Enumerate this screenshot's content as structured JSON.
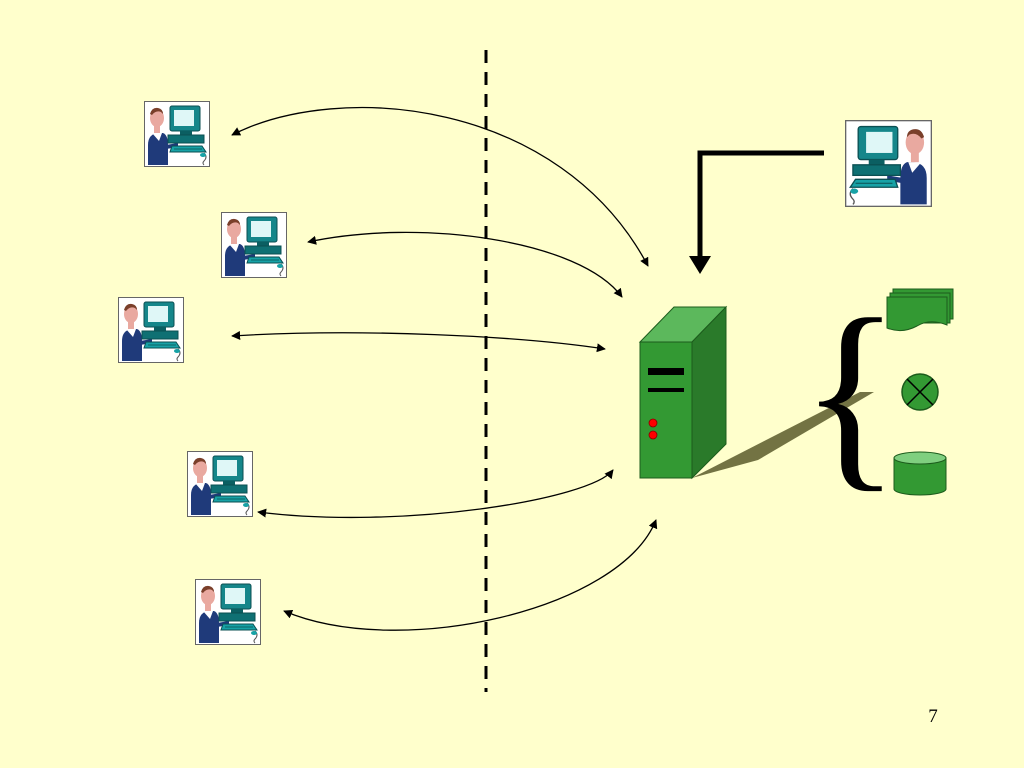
{
  "slide": {
    "page_number": "7",
    "background_color": "#FFFFCC",
    "accent_color": "#339933"
  },
  "diagram": {
    "clients": [
      {
        "icon": "user-at-computer-icon",
        "connection": "bidirectional-arrow"
      },
      {
        "icon": "user-at-computer-icon",
        "connection": "bidirectional-arrow"
      },
      {
        "icon": "user-at-computer-icon",
        "connection": "bidirectional-arrow"
      },
      {
        "icon": "user-at-computer-icon",
        "connection": "bidirectional-arrow"
      },
      {
        "icon": "user-at-computer-icon",
        "connection": "bidirectional-arrow"
      }
    ],
    "administrator": {
      "icon": "user-at-computer-icon",
      "connection": "one-way-arrow"
    },
    "server": {
      "icon": "server-tower-icon"
    },
    "boundary": "dashed-line",
    "resources": [
      {
        "icon": "document-stack-icon"
      },
      {
        "icon": "process-circle-icon"
      },
      {
        "icon": "database-cylinder-icon"
      }
    ]
  }
}
